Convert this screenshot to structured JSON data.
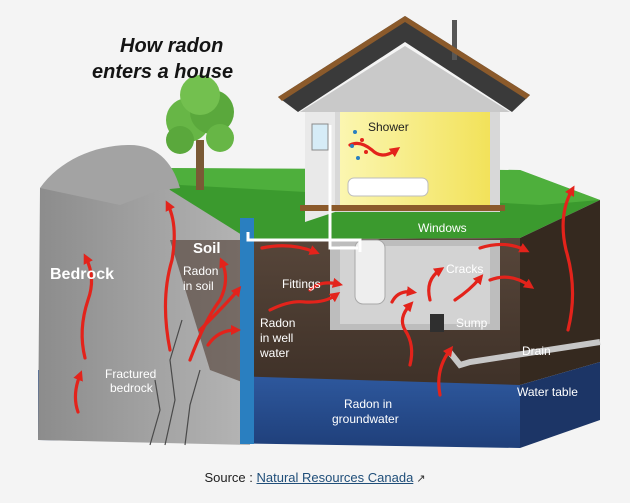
{
  "title": {
    "line1": "How radon",
    "line2": "enters a house"
  },
  "labels": {
    "bedrock": "Bedrock",
    "soil": "Soil",
    "radon_in_soil_1": "Radon",
    "radon_in_soil_2": "in soil",
    "fractured_1": "Fractured",
    "fractured_2": "bedrock",
    "fittings": "Fittings",
    "radon_well_1": "Radon",
    "radon_well_2": "in well",
    "radon_well_3": "water",
    "shower": "Shower",
    "windows": "Windows",
    "cracks": "Cracks",
    "sump": "Sump",
    "drain": "Drain",
    "water_table": "Water table",
    "groundwater_1": "Radon in",
    "groundwater_2": "groundwater"
  },
  "source": {
    "prefix": "Source :",
    "link": "Natural Resources Canada",
    "icon": "external-link-icon"
  },
  "colors": {
    "arrow": "#e3231b",
    "soil": "#4a3a30",
    "grass": "#3b9a2e",
    "water": "#2a4f93",
    "bedrock": "#9a9a9a",
    "pipe": "#2a7fc0"
  }
}
